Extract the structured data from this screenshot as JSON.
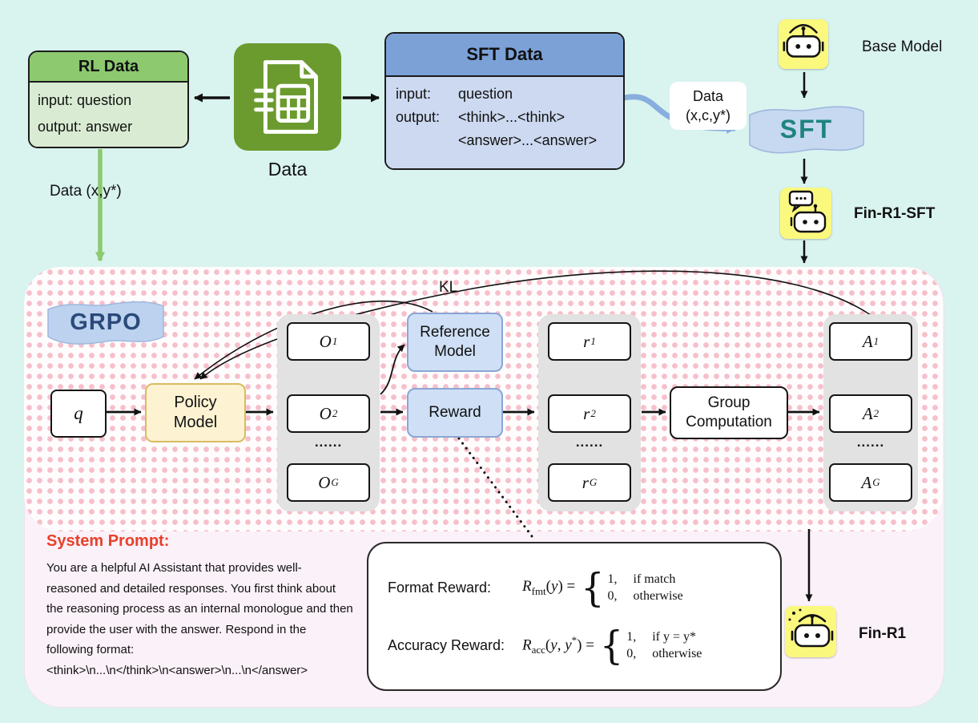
{
  "colors": {
    "page_bg": "#d9f3ef",
    "rl_header_green": "#8cc96f",
    "sft_header_blue": "#7ba1d7",
    "blue_arrow": "#88aede",
    "green_arrow": "#8cc96f",
    "grpo_dot_pink": "#f6bfca",
    "robot_yellow": "#fbf87e",
    "policy_fill": "#fdf3d3",
    "blue_box_fill": "#cfe0f6",
    "system_prompt_red": "#e8402a",
    "sft_text_teal": "#1f837f",
    "grpo_text_navy": "#2b4a7a"
  },
  "top": {
    "rl_data": {
      "title": "RL Data",
      "input": "input: question",
      "output": "output: answer"
    },
    "data_icon_label": "Data",
    "sft_data": {
      "title": "SFT Data",
      "input_label": "input:",
      "input_value": "question",
      "output_label": "output:",
      "output_value_1": "<think>...<think>",
      "output_value_2": "<answer>...<answer>"
    },
    "sft_arrow_label_line1": "Data",
    "sft_arrow_label_line2": "(x,c,y*)",
    "sft_stage_label": "SFT",
    "base_model_label": "Base Model",
    "fin_r1_sft_label": "Fin-R1-SFT",
    "rl_arrow_label": "Data (x,y*)"
  },
  "grpo": {
    "title": "GRPO",
    "kl_label": "KL",
    "q_label": "q",
    "policy_model": {
      "line1": "Policy",
      "line2": "Model"
    },
    "reference_model": {
      "line1": "Reference",
      "line2": "Model"
    },
    "reward_label": "Reward",
    "group_computation": {
      "line1": "Group",
      "line2": "Computation"
    },
    "outputs_col": {
      "item1": {
        "base": "O",
        "sub": "1"
      },
      "item2": {
        "base": "O",
        "sub": "2"
      },
      "dots": "......",
      "itemG": {
        "base": "O",
        "sub": "G"
      }
    },
    "rewards_col": {
      "item1": {
        "base": "r",
        "sub": "1"
      },
      "item2": {
        "base": "r",
        "sub": "2"
      },
      "dots": "......",
      "itemG": {
        "base": "r",
        "sub": "G"
      }
    },
    "advantages_col": {
      "item1": {
        "base": "A",
        "sub": "1"
      },
      "item2": {
        "base": "A",
        "sub": "2"
      },
      "dots": "......",
      "itemG": {
        "base": "A",
        "sub": "G"
      }
    }
  },
  "system_prompt": {
    "title": "System Prompt:",
    "lines": [
      "You are a helpful AI Assistant that provides well-",
      "reasoned and detailed responses. You first think about",
      "the reasoning process as an internal monologue and then",
      "provide the user with the answer. Respond in the",
      "following format:",
      "<think>\\n...\\n</think>\\n<answer>\\n...\\n</answer>"
    ]
  },
  "reward_box": {
    "format_label": "Format Reward:",
    "format_math": {
      "R": "R",
      "sub": "fmt",
      "open": "(",
      "var": "y",
      "close": ") =",
      "brace": "{",
      "case1_val": "1,",
      "case1_cond": "if match",
      "case2_val": "0,",
      "case2_cond": "otherwise"
    },
    "accuracy_label": "Accuracy Reward:",
    "accuracy_math": {
      "R": "R",
      "sub": "acc",
      "open": "(",
      "var1": "y",
      "sep": ", ",
      "var2": "y",
      "sup": "*",
      "close": ") =",
      "brace": "{",
      "case1_val": "1,",
      "case1_cond": "if y = y*",
      "case2_val": "0,",
      "case2_cond": "otherwise"
    }
  },
  "fin_r1_label": "Fin-R1"
}
